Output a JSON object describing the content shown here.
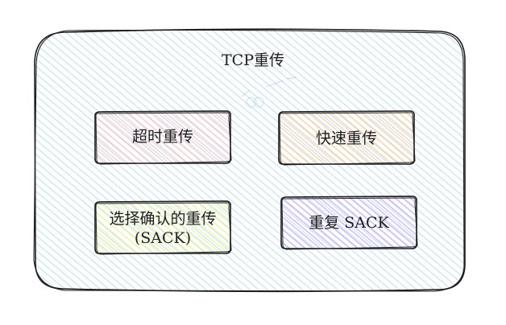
{
  "diagram": {
    "title": "TCP重传",
    "boxes": [
      {
        "id": "timeout",
        "line1": "超时重传",
        "line2": "",
        "fill": "#ffc9c9"
      },
      {
        "id": "fast",
        "line1": "快速重传",
        "line2": "",
        "fill": "#ffd8a8"
      },
      {
        "id": "sack",
        "line1": "选择确认的重传",
        "line2": "(SACK)",
        "fill": "#ecf7a0"
      },
      {
        "id": "dsack",
        "line1": "重复 SACK",
        "line2": "",
        "fill": "#d0bfff"
      }
    ],
    "container_fill": "#c5e4f5",
    "stroke": "#1e1e1e"
  }
}
